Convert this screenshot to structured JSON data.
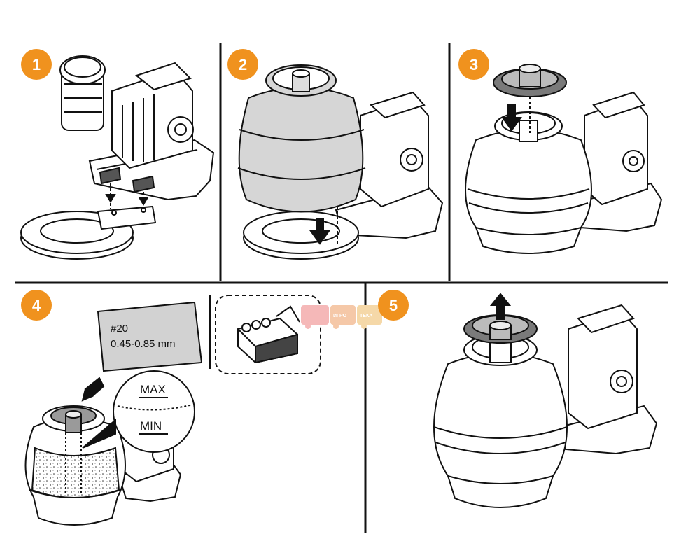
{
  "colors": {
    "badge": "#f0921e",
    "line": "#111111",
    "tank_fill": "#d6d6d6",
    "collar_fill": "#7a7a7a",
    "bag_fill": "#d2d2d2",
    "logo_train": "#f5b8b8"
  },
  "steps": [
    {
      "number": "1"
    },
    {
      "number": "2"
    },
    {
      "number": "3"
    },
    {
      "number": "4"
    },
    {
      "number": "5"
    }
  ],
  "sand_bag": {
    "grade": "#20",
    "size_range": "0.45-0.85 mm"
  },
  "level_marks": {
    "max_label": "MAX",
    "min_label": "MIN"
  },
  "watermark": {
    "word1": "ИГРО",
    "word2": "ТЕКА"
  }
}
